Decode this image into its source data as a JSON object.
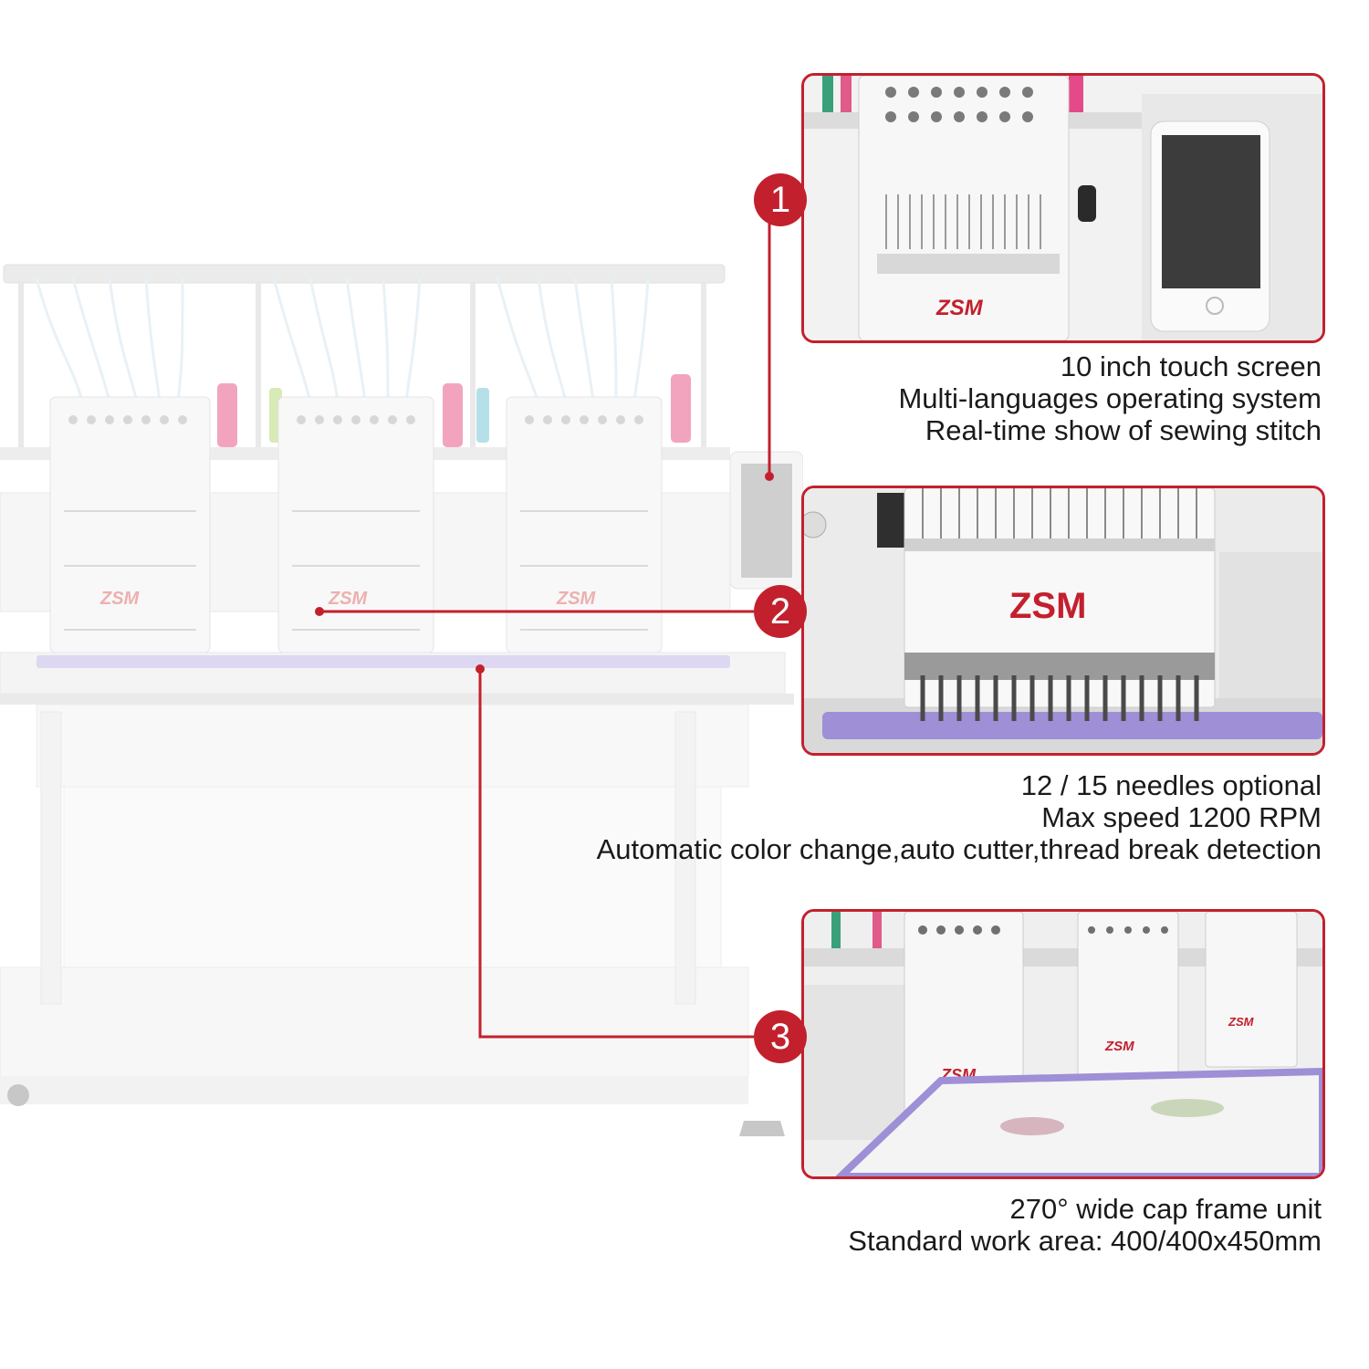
{
  "brand": {
    "logo_text": "ZSM",
    "accent": "#c3202e"
  },
  "callouts": [
    {
      "number": "1",
      "lines": [
        "10 inch touch screen",
        "Multi-languages operating system",
        "Real-time show of sewing stitch"
      ]
    },
    {
      "number": "2",
      "lines": [
        "12 / 15 needles optional",
        "Max speed 1200 RPM",
        "Automatic color change,auto cutter,thread break detection"
      ]
    },
    {
      "number": "3",
      "lines": [
        "270° wide cap frame unit",
        "Standard work area: 400/400x450mm"
      ]
    }
  ]
}
